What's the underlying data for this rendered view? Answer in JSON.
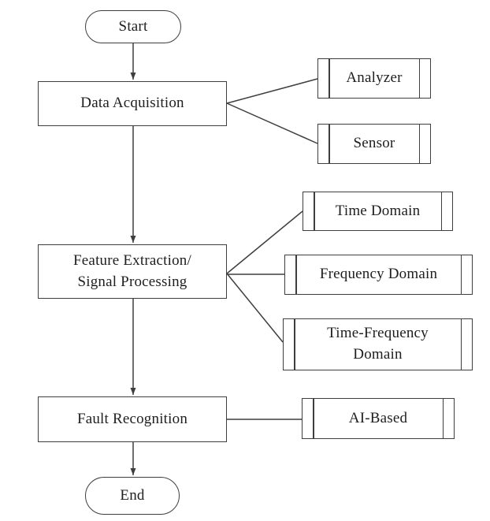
{
  "diagram": {
    "type": "flowchart",
    "nodes": {
      "start": {
        "shape": "terminator",
        "label": "Start"
      },
      "data_acquisition": {
        "shape": "process",
        "label": "Data Acquisition"
      },
      "analyzer": {
        "shape": "predefined-process",
        "label": "Analyzer"
      },
      "sensor": {
        "shape": "predefined-process",
        "label": "Sensor"
      },
      "feature_extraction": {
        "shape": "process",
        "lines": [
          "Feature Extraction/",
          "Signal Processing"
        ]
      },
      "time_domain": {
        "shape": "predefined-process",
        "label": "Time Domain"
      },
      "frequency_domain": {
        "shape": "predefined-process",
        "label": "Frequency Domain"
      },
      "time_frequency_domain": {
        "shape": "predefined-process",
        "lines": [
          "Time-Frequency",
          "Domain"
        ]
      },
      "fault_recognition": {
        "shape": "process",
        "label": "Fault Recognition"
      },
      "ai_based": {
        "shape": "predefined-process",
        "label": "AI-Based"
      },
      "end": {
        "shape": "terminator",
        "label": "End"
      }
    },
    "edges": [
      {
        "from": "start",
        "to": "data_acquisition",
        "style": "arrow"
      },
      {
        "from": "data_acquisition",
        "to": "analyzer",
        "style": "line"
      },
      {
        "from": "data_acquisition",
        "to": "sensor",
        "style": "line"
      },
      {
        "from": "data_acquisition",
        "to": "feature_extraction",
        "style": "arrow"
      },
      {
        "from": "feature_extraction",
        "to": "time_domain",
        "style": "line"
      },
      {
        "from": "feature_extraction",
        "to": "frequency_domain",
        "style": "line"
      },
      {
        "from": "feature_extraction",
        "to": "time_frequency_domain",
        "style": "line"
      },
      {
        "from": "feature_extraction",
        "to": "fault_recognition",
        "style": "arrow"
      },
      {
        "from": "fault_recognition",
        "to": "ai_based",
        "style": "line"
      },
      {
        "from": "fault_recognition",
        "to": "end",
        "style": "arrow"
      }
    ],
    "colors": {
      "stroke": "#3e3e3e",
      "text": "#1e1e1e",
      "background": "#ffffff"
    }
  }
}
